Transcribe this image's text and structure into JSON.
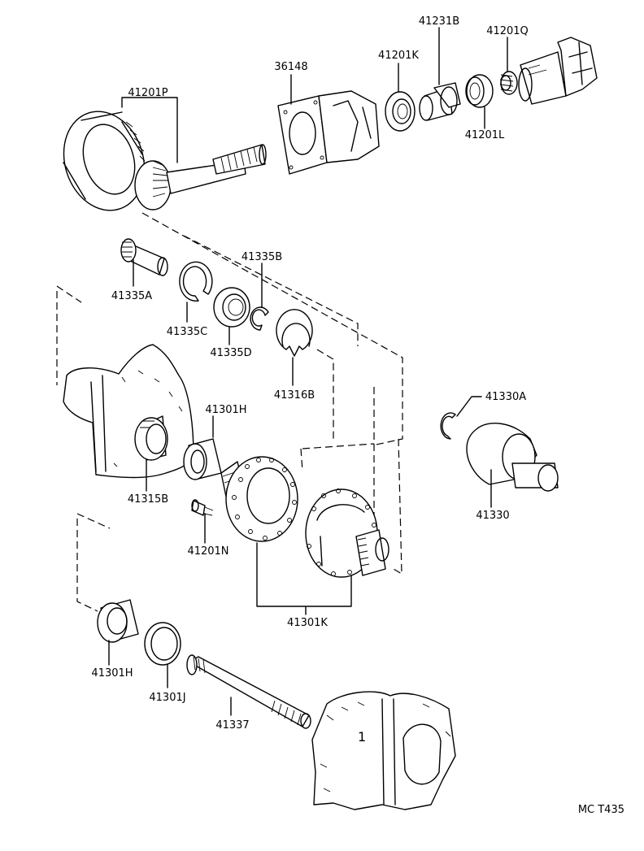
{
  "labels": {
    "p41201P": "41201P",
    "p36148": "36148",
    "p41201K": "41201K",
    "p41231B": "41231B",
    "p41201Q": "41201Q",
    "p41201L": "41201L",
    "p41335B": "41335B",
    "p41335A": "41335A",
    "p41335C": "41335C",
    "p41335D": "41335D",
    "p41316B": "41316B",
    "p41330A": "41330A",
    "p41301H_top": "41301H",
    "p41315B": "41315B",
    "p41201N": "41201N",
    "p41330": "41330",
    "p41301K": "41301K",
    "p41301H_bottom": "41301H",
    "p41301J": "41301J",
    "p41337": "41337"
  },
  "case_marking": "1",
  "footer_code": "MC  T435"
}
